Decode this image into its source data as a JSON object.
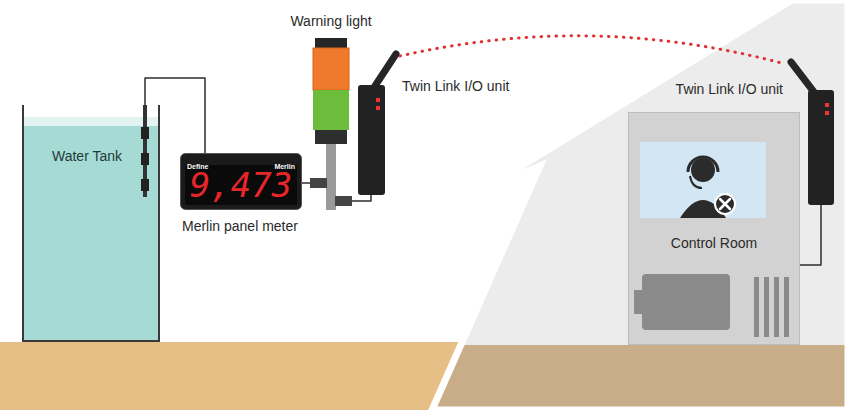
{
  "diagram": {
    "nodes": [
      {
        "text": [
          "Water Tank"
        ]
      },
      {
        "text": [
          "Merlin panel meter",
          "Define",
          "Merlin",
          "9,473"
        ]
      },
      {
        "text": [
          "Warning light"
        ]
      },
      {
        "text": [
          "Twin Link I/O unit"
        ]
      },
      {
        "text": [
          "Twin Link I/O unit"
        ]
      },
      {
        "text": [
          "Control Room"
        ]
      }
    ],
    "edges": [
      {
        "from": 0,
        "to": 1,
        "arrow": "none"
      },
      {
        "from": 1,
        "to": 2,
        "arrow": "none"
      },
      {
        "from": 2,
        "to": 3,
        "arrow": "none"
      },
      {
        "from": 3,
        "to": 4,
        "arrow": "none"
      },
      {
        "from": 4,
        "to": 5,
        "arrow": "none"
      }
    ]
  }
}
